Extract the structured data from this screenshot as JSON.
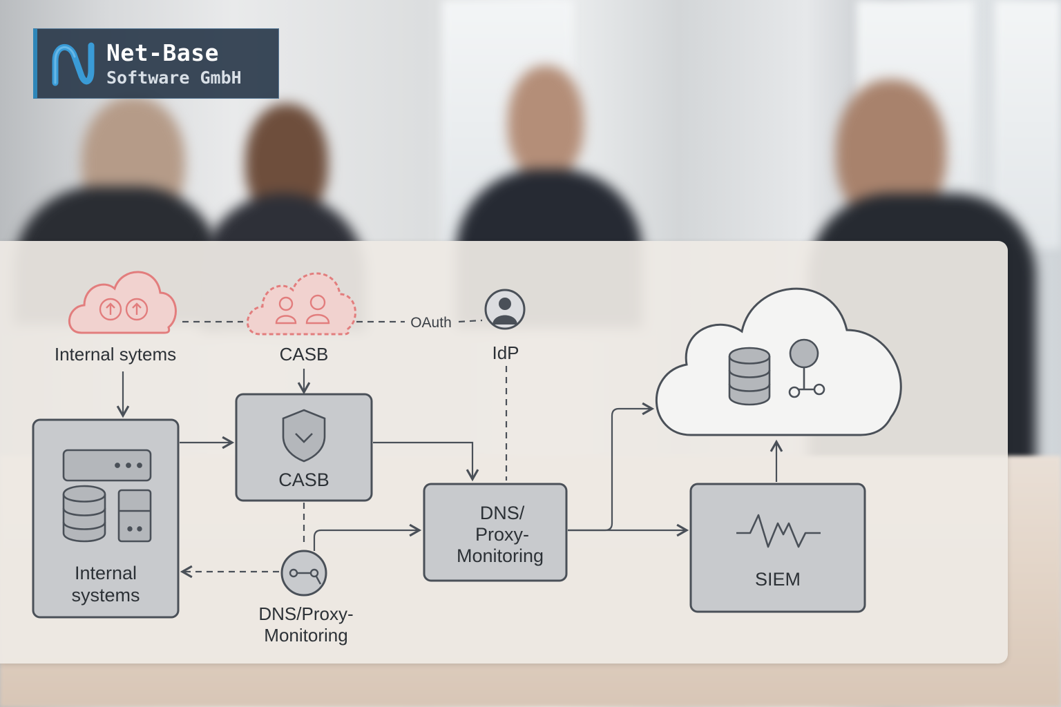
{
  "brand": {
    "name": "Net-Base",
    "subtitle": "Software GmbH",
    "accent": "#2f86b8",
    "icon": "net-base-logo-icon"
  },
  "diagram": {
    "colors": {
      "alert_cloud": "#e27d7d",
      "box_fill": "#c8cacd",
      "line": "#4a5058",
      "panel": "#eeeae4"
    },
    "nodes": {
      "cloud_internal": {
        "label": "Internal sytems",
        "icon": "cloud-upload-icon"
      },
      "cloud_casb": {
        "label": "CASB",
        "icon": "cloud-users-icon"
      },
      "idp": {
        "label": "IdP",
        "icon": "user-circle-icon"
      },
      "internal_box": {
        "label_line1": "Internal",
        "label_line2": "systems",
        "icon": "server-database-icon"
      },
      "casb_box": {
        "label": "CASB",
        "icon": "shield-icon"
      },
      "dns_node": {
        "label_line1": "DNS/Proxy-",
        "label_line2": "Monitoring",
        "icon": "network-node-icon"
      },
      "dns_box": {
        "label_line1": "DNS/",
        "label_line2": "Proxy-",
        "label_line3": "Monitoring"
      },
      "siem_box": {
        "label": "SIEM",
        "icon": "heartbeat-icon"
      },
      "big_cloud": {
        "icon": "database-tree-icon"
      }
    },
    "edges": {
      "oauth_label": "OAuth"
    }
  }
}
